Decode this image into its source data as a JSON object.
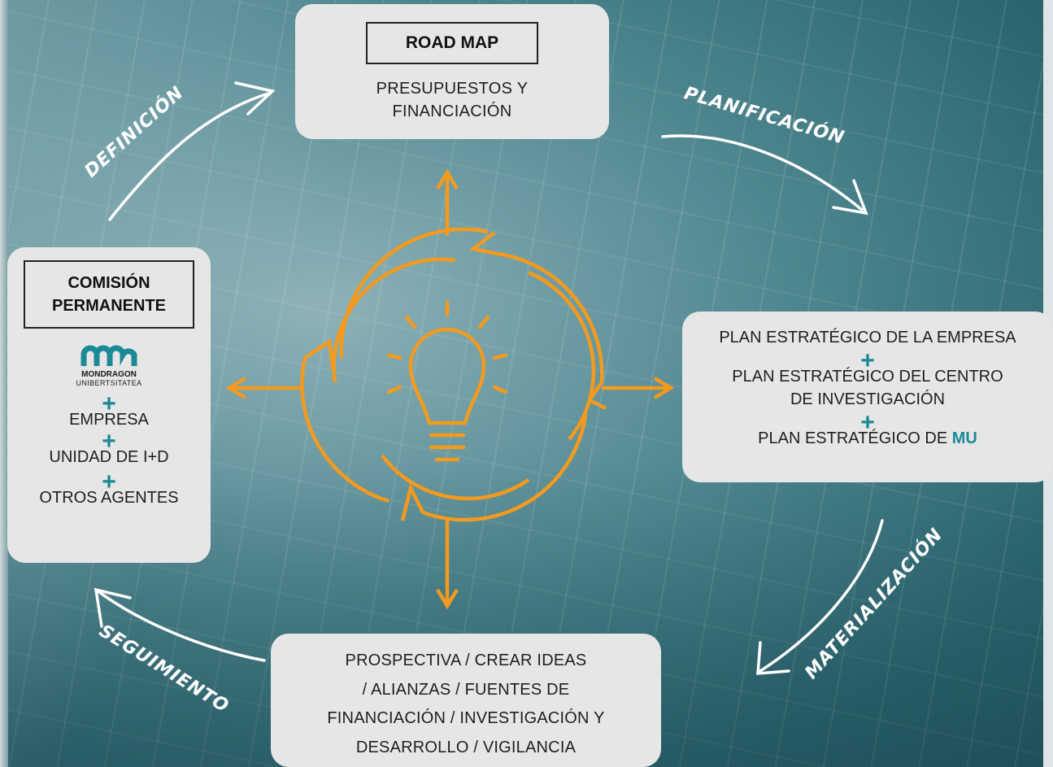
{
  "colors": {
    "accent_teal": "#1a8a96",
    "orange": "#f39a1f",
    "box_bg": "#e6e6e6"
  },
  "top_box": {
    "title": "ROAD MAP",
    "line1": "PRESUPUESTOS Y",
    "line2": "FINANCIACIÓN"
  },
  "left_box": {
    "title_line1": "COMISIÓN",
    "title_line2": "PERMANENTE",
    "logo_name": "MONDRAGON",
    "logo_sub": "UNIBERTSITATEA",
    "plus": "+",
    "item1": "EMPRESA",
    "item2": "UNIDAD DE I+D",
    "item3": "OTROS AGENTES"
  },
  "right_box": {
    "line1": "PLAN ESTRATÉGICO DE LA EMPRESA",
    "plus": "+",
    "line2": "PLAN ESTRATÉGICO DEL CENTRO",
    "line3": "DE INVESTIGACIÓN",
    "line4_prefix": "PLAN ESTRATÉGICO DE ",
    "line4_accent": "MU"
  },
  "bottom_box": {
    "line1": "PROSPECTIVA  /  CREAR IDEAS",
    "line2": "/  ALIANZAS  /  FUENTES DE",
    "line3": "FINANCIACIÓN  /  INVESTIGACIÓN Y",
    "line4": "DESARROLLO  /  VIGILANCIA"
  },
  "cycle_labels": {
    "definicion": "DEFINICIÓN",
    "planificacion": "PLANIFICACIÓN",
    "materializacion": "MATERIALIZACIÓN",
    "seguimiento": "SEGUIMIENTO"
  },
  "icons": [
    "lightbulb-icon",
    "cycle-arrows-icon",
    "mondragon-logo"
  ]
}
